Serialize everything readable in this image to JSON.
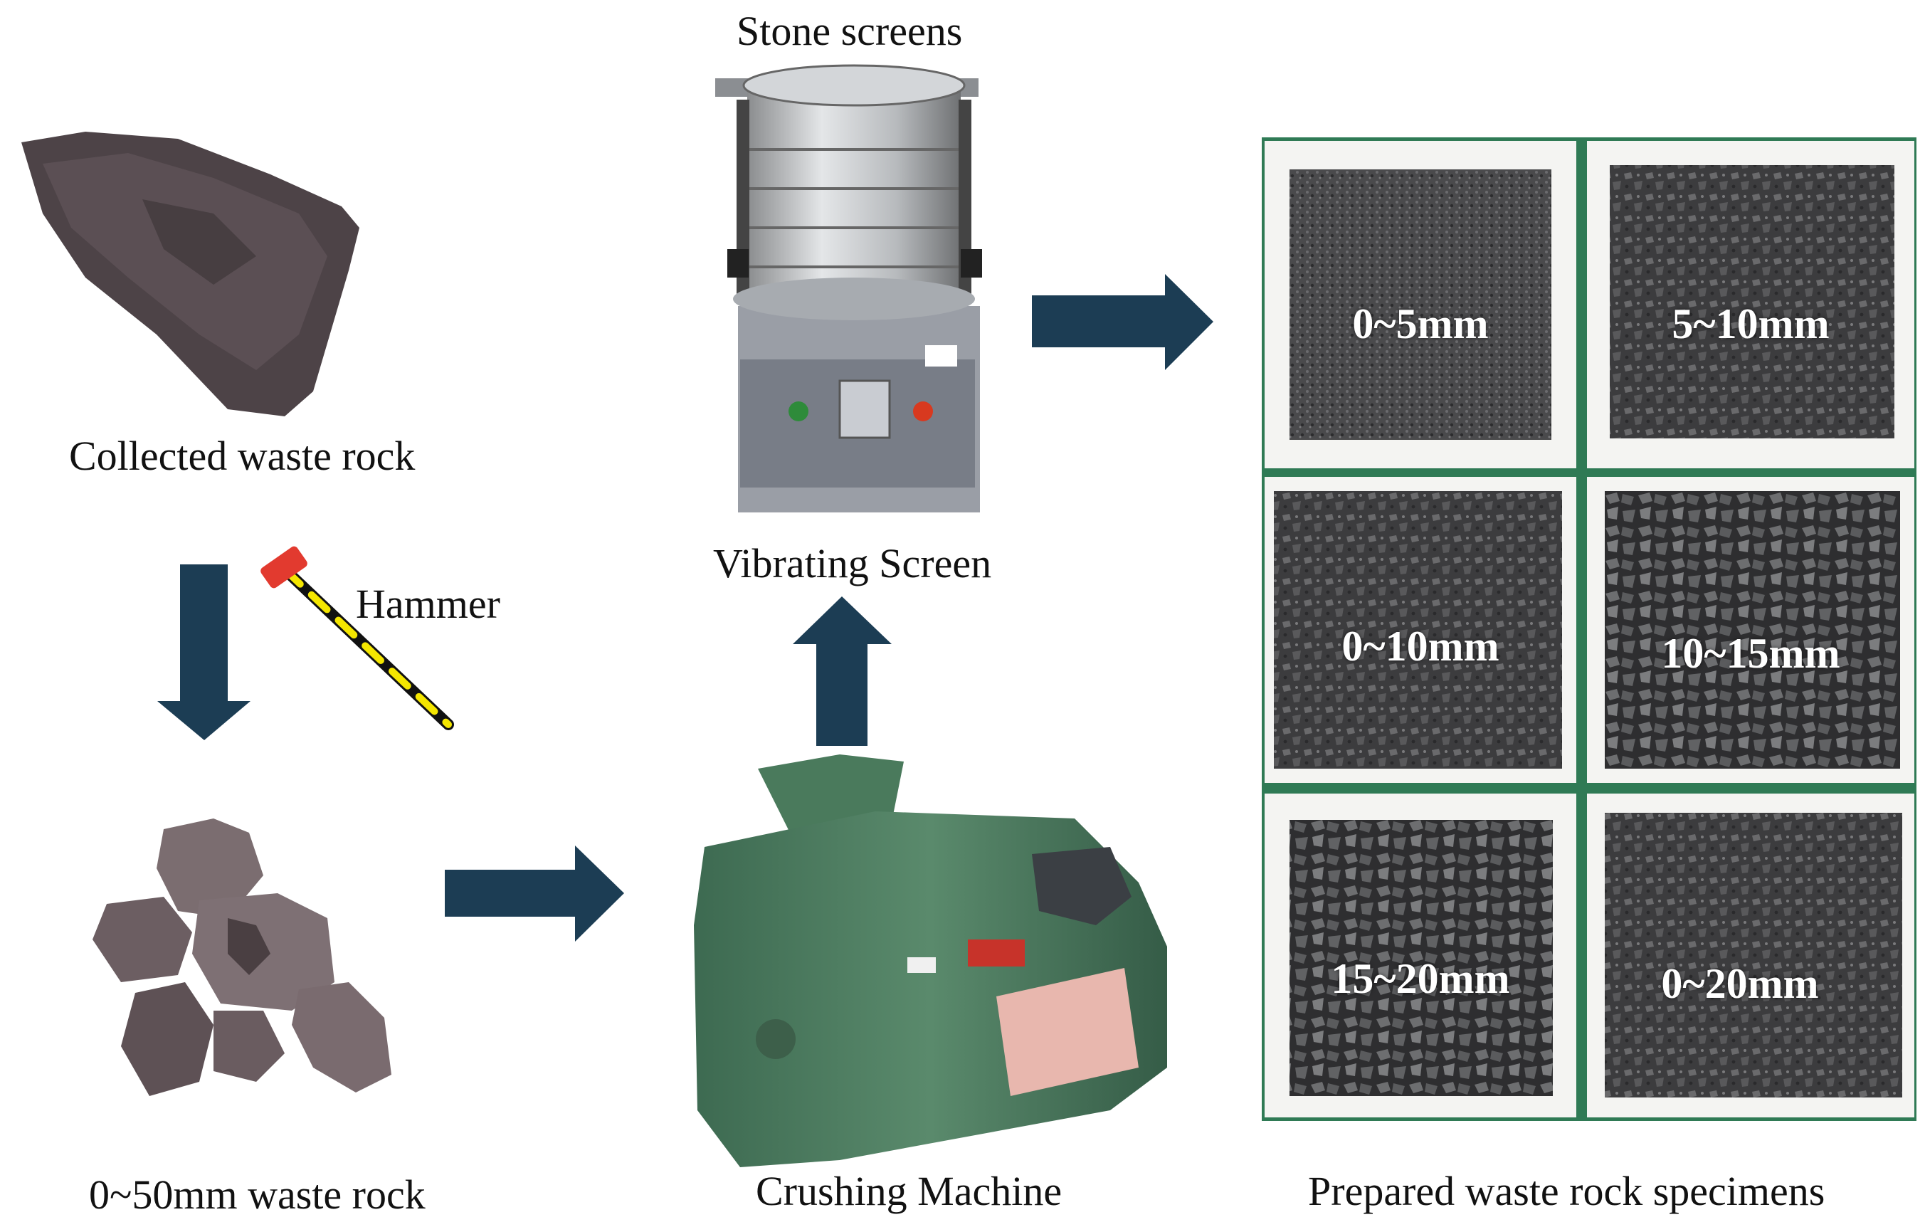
{
  "captions": {
    "stone_screens": "Stone screens",
    "collected_rock": "Collected waste rock",
    "vibrating_screen": "Vibrating Screen",
    "hammer": "Hammer",
    "rock_0_50": "0~50mm waste rock",
    "crushing_machine": "Crushing Machine",
    "prepared_specimens": "Prepared waste rock specimens"
  },
  "specimens": [
    {
      "label": "0~5mm"
    },
    {
      "label": "5~10mm"
    },
    {
      "label": "0~10mm"
    },
    {
      "label": "10~15mm"
    },
    {
      "label": "15~20mm"
    },
    {
      "label": "0~20mm"
    }
  ],
  "colors": {
    "arrow": "#1c3d54",
    "background_green": "#2f7a55",
    "machine_green": "#4c7a5e"
  },
  "icons": [
    "collected-rock-image",
    "broken-rocks-image",
    "hammer-icon",
    "vibrating-screen-image",
    "crushing-machine-image",
    "specimen-tray-image"
  ]
}
